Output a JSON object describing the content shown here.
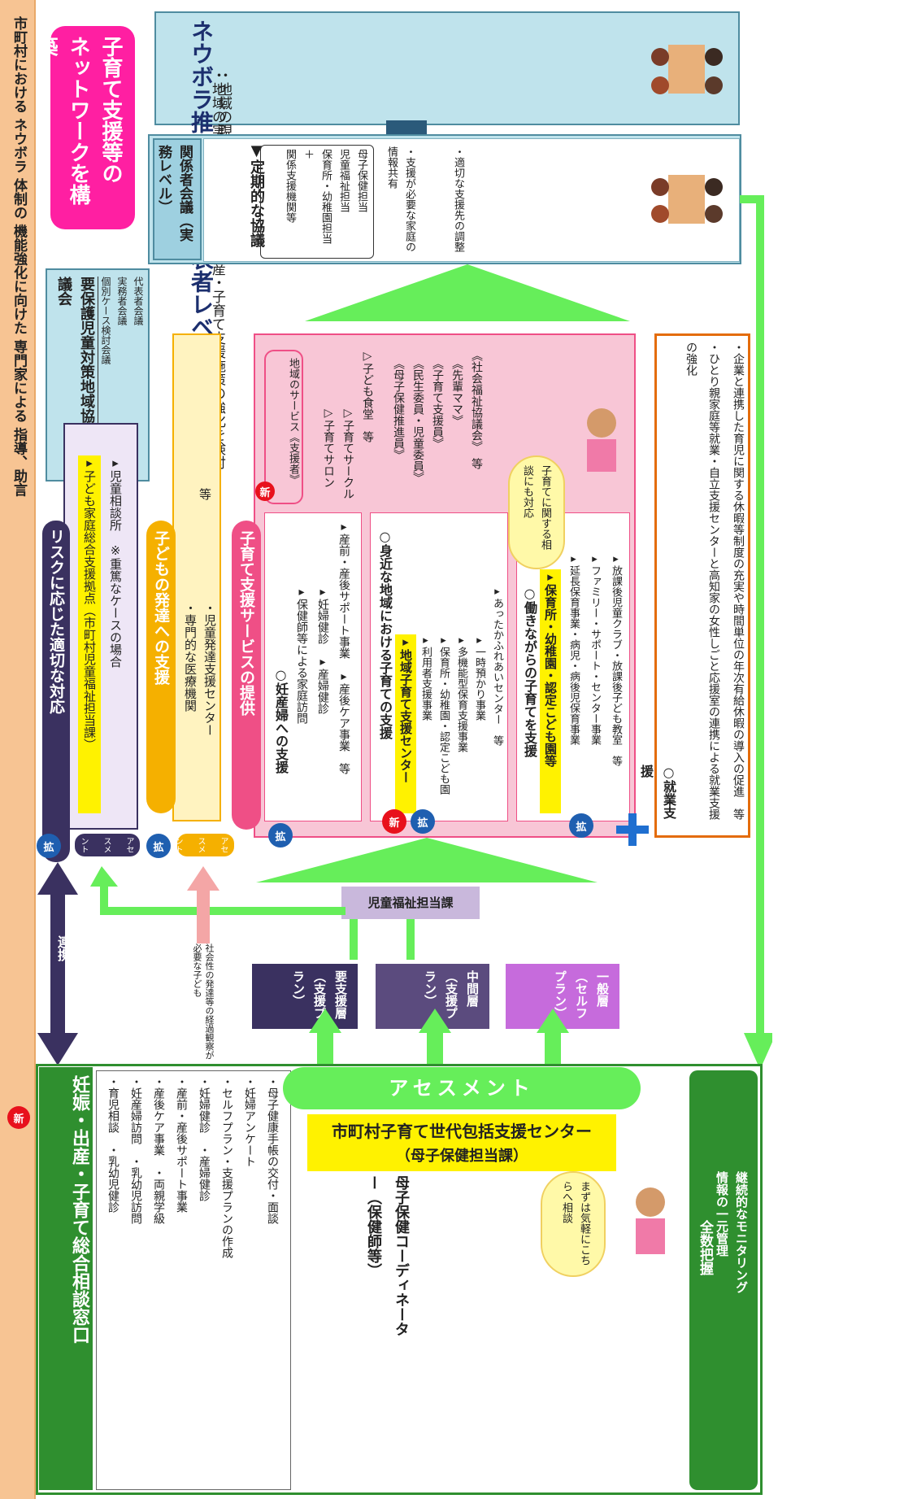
{
  "colors": {
    "green": "#66ee5a",
    "darkgreen": "#2f8f2f",
    "navy": "#3a3160",
    "pink": "#ef4f86",
    "magenta": "#ff1f9d",
    "orange": "#f5b000",
    "teal": "#a8d8e4",
    "lightpink": "#f8c6d6",
    "purple": "#c66bdc"
  },
  "left_banner": {
    "badge": "新",
    "text": "市町村における ネウボラ 体制の 機能強化に向けた 専門家による 指導、助言"
  },
  "top": {
    "network_title": "子育て支援等の ネットワークを構築",
    "neubora_title": "ネウボラ推進会議（代表者レベル）",
    "neubora_items": [
      "・地域の現状把握",
      "・地域の実情にあった妊娠・出産・子育て支援施策の強化を検討"
    ],
    "kankei_title": "関係者会議（実務レベル）",
    "teiki_title": "▼定期的な協議",
    "teiki_members": [
      "母子保健担当",
      "児童福祉担当",
      "保育所・幼稚園担当",
      "＋",
      "関係支援機関等"
    ],
    "teiki_items": [
      "・支援が必要な家庭の情報共有",
      "・適切な支援先の調整"
    ],
    "yohogo_title": "要保護児童対策地域協議会",
    "yohogo_items": [
      "代表者会議",
      "実務者会議",
      "個別ケース検討会議"
    ]
  },
  "risk": {
    "title": "リスクに応じた適切な対応",
    "items": [
      "▸子ども家庭総合支援拠点（市町村児童福祉担当課）",
      "▸児童相談所　※重篤なケースの場合"
    ],
    "assess": "アセスメント",
    "badge": "拡"
  },
  "hattatsu": {
    "title": "子どもの発達への支援",
    "items": [
      "・専門的な医療機関",
      "・児童発達支援センター",
      "等"
    ],
    "assess": "アセスメント",
    "badge": "拡"
  },
  "kosodate": {
    "title": "子育て支援サービスの提供",
    "ninpu_title": "○妊産婦への支援",
    "ninpu_items": [
      "▸保健師等による家庭訪問",
      "▸妊婦健診　▸産婦健診",
      "▸産前・産後サポート事業　▸産後ケア事業　等"
    ],
    "mijika_title": "○身近な地域における子育ての支援",
    "mijika_highlight": "▸地域子育て支援センター",
    "mijika_items": [
      "▸利用者支援事業",
      "▸保育所・幼稚園・認定こども園",
      "▸多機能型保育支援事業",
      "▸一時預かり事業",
      "▸あったかふれあいセンター　等"
    ],
    "hataraki_title": "○働きながらの子育てを支援",
    "hataraki_highlight": "▸保育所・幼稚園・認定こども園等",
    "hataraki_items": [
      "▸延長保育事業・病児・病後児保育事業",
      "▸ファミリー・サポート・センター事業",
      "▸放課後児童クラブ・放課後子ども教室　等"
    ],
    "chiiki_title": "地域のサービス《支援者》",
    "chiiki_items": [
      "▷子育てサロン",
      "▷子育てサークル",
      "▷子ども食堂　等"
    ],
    "supporters": [
      "《母子保健推進員》",
      "《民生委員・児童委員》",
      "《子育て支援員》",
      "《先輩ママ》",
      "《社会福祉協議会》　等"
    ],
    "bubble": "子育てに関する相談にも対応",
    "badge_kaku": "拡",
    "badge_shin": "新"
  },
  "shuro": {
    "title": "○就業支援",
    "items": [
      "・ひとり親家庭等就業・自立支援センターと高知家の女性しごと応援室の連携による就業支援の強化",
      "・企業と連携した育児に関する休暇等制度の充実や時間単位の年次有給休暇の導入の促進　等"
    ]
  },
  "middle": {
    "renkei": "連携",
    "jido_tanto": "児童福祉担当課",
    "shakai_note": "社会性の発達等の経過観察が必要な子ども",
    "layers": [
      {
        "label": "要支援層（支援プラン）"
      },
      {
        "label": "中間層（支援プラン）"
      },
      {
        "label": "一般層（セルフプラン）"
      }
    ]
  },
  "bottom": {
    "madoguchi_title": "妊娠・出産・子育て総合相談窓口",
    "madoguchi_items": [
      "・母子健康手帳の交付・面談",
      "・妊婦アンケート",
      "・セルフプラン・支援プランの作成",
      "・妊婦健診　・産婦健診",
      "・産前・産後サポート事業",
      "・産後ケア事業　・両親学級",
      "・妊産婦訪問　・乳幼児訪問",
      "・育児相談　・乳幼児健診"
    ],
    "assessment": "アセスメント",
    "center_title": "市町村子育て世代包括支援センター",
    "center_sub": "（母子保健担当課）",
    "coord": "母子保健コーディネーター（保健師等）",
    "bubble": "まずは気軽にこちらへ相談",
    "monitor_title": "全数把握",
    "monitor_items": [
      "情報の一元管理",
      "継続的なモニタリング"
    ]
  }
}
